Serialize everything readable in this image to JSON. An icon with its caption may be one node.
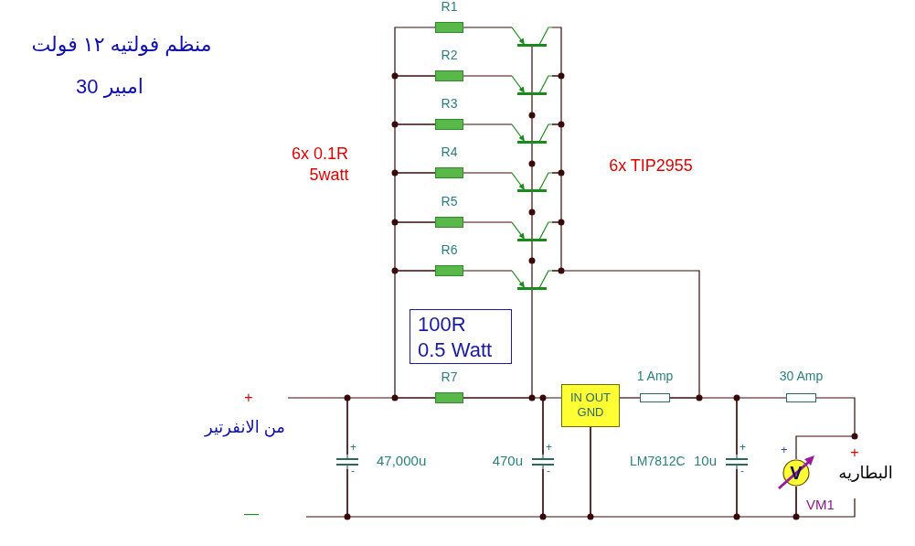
{
  "diagram": {
    "nodes": [
      {
        "text": [
          "R1"
        ]
      },
      {
        "text": [
          "R2"
        ]
      },
      {
        "text": [
          "R3"
        ]
      },
      {
        "text": [
          "R4"
        ]
      },
      {
        "text": [
          "R5"
        ]
      },
      {
        "text": [
          "R6"
        ]
      },
      {
        "text": [],
        "shape": "transistor"
      },
      {
        "text": [],
        "shape": "transistor"
      },
      {
        "text": [],
        "shape": "transistor"
      },
      {
        "text": [],
        "shape": "transistor"
      },
      {
        "text": [],
        "shape": "transistor"
      },
      {
        "text": [],
        "shape": "transistor"
      },
      {
        "text": [
          "100R",
          "0.5 Watt"
        ]
      },
      {
        "text": [
          "R7"
        ]
      },
      {
        "text": [
          "IN OUT GND"
        ]
      },
      {
        "text": [
          "1 Amp"
        ]
      },
      {
        "text": [
          "30 Amp"
        ]
      },
      {
        "text": [
          "+",
          "-",
          "47,000u"
        ]
      },
      {
        "text": [
          "+",
          "-",
          "470u"
        ]
      },
      {
        "text": [
          "+",
          "-",
          "10u"
        ]
      },
      {
        "text": [
          "+",
          "V",
          "VM1"
        ]
      }
    ],
    "edges": [
      {
        "from": null,
        "to": 17,
        "arrow": "none"
      },
      {
        "from": 0,
        "to": 1,
        "arrow": "none"
      },
      {
        "from": 1,
        "to": 2,
        "arrow": "none"
      },
      {
        "from": 2,
        "to": 3,
        "arrow": "none"
      },
      {
        "from": 3,
        "to": 4,
        "arrow": "none"
      },
      {
        "from": 4,
        "to": 5,
        "arrow": "none"
      },
      {
        "from": 5,
        "to": 13,
        "arrow": "none"
      },
      {
        "from": 17,
        "to": 13,
        "arrow": "none"
      },
      {
        "from": 0,
        "to": 6,
        "arrow": "none"
      },
      {
        "from": 1,
        "to": 7,
        "arrow": "none"
      },
      {
        "from": 2,
        "to": 8,
        "arrow": "none"
      },
      {
        "from": 3,
        "to": 9,
        "arrow": "none"
      },
      {
        "from": 4,
        "to": 10,
        "arrow": "none"
      },
      {
        "from": 5,
        "to": 11,
        "arrow": "none"
      },
      {
        "from": 6,
        "to": 7,
        "arrow": "none"
      },
      {
        "from": 7,
        "to": 8,
        "arrow": "none"
      },
      {
        "from": 8,
        "to": 9,
        "arrow": "none"
      },
      {
        "from": 9,
        "to": 10,
        "arrow": "none"
      },
      {
        "from": 10,
        "to": 11,
        "arrow": "none"
      },
      {
        "from": 6,
        "to": 7,
        "arrow": "none"
      },
      {
        "from": 7,
        "to": 8,
        "arrow": "none"
      },
      {
        "from": 8,
        "to": 9,
        "arrow": "none"
      },
      {
        "from": 9,
        "to": 10,
        "arrow": "none"
      },
      {
        "from": 10,
        "to": 11,
        "arrow": "none"
      },
      {
        "from": 13,
        "to": 11,
        "arrow": "none"
      },
      {
        "from": 13,
        "to": 18,
        "arrow": "none"
      },
      {
        "from": 18,
        "to": 14,
        "arrow": "none"
      },
      {
        "from": 14,
        "to": 15,
        "arrow": "none"
      },
      {
        "from": 11,
        "to": 15,
        "arrow": "none"
      },
      {
        "from": 15,
        "to": 19,
        "arrow": "none"
      },
      {
        "from": 19,
        "to": 16,
        "arrow": "none"
      },
      {
        "from": 16,
        "to": 20,
        "arrow": "none"
      },
      {
        "from": 17,
        "to": 18,
        "arrow": "none"
      },
      {
        "from": 18,
        "to": 14,
        "arrow": "none"
      },
      {
        "from": 14,
        "to": 19,
        "arrow": "none"
      },
      {
        "from": 19,
        "to": 20,
        "arrow": "none"
      },
      {
        "from": null,
        "to": 17,
        "arrow": "none"
      },
      {
        "from": 20,
        "to": null,
        "arrow": "none"
      }
    ],
    "labels": [
      "LM7812C",
      "منظم فولتيه ١٢ فولت",
      "امبير 30",
      "6x 0.1R",
      "5watt",
      "6x TIP2955",
      "+",
      "من الانفرتير",
      "—",
      "+",
      "البطاريه"
    ]
  }
}
